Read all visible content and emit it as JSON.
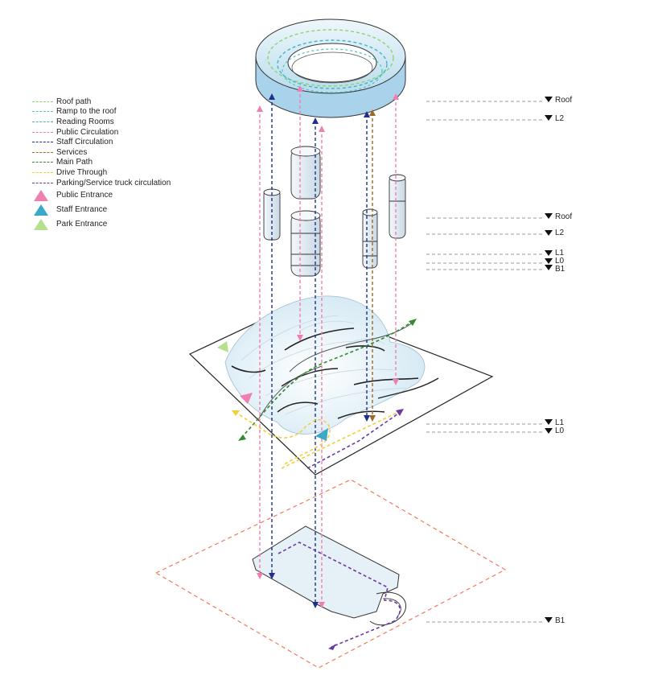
{
  "legend": {
    "lines": [
      {
        "label": "Roof path",
        "color": "#8fd36a"
      },
      {
        "label": "Ramp to the roof",
        "color": "#4ec6b6"
      },
      {
        "label": "Reading Rooms",
        "color": "#3fb4c8"
      },
      {
        "label": "Public Circulation",
        "color": "#ef7fb0"
      },
      {
        "label": "Staff Circulation",
        "color": "#1f2f8a"
      },
      {
        "label": "Services",
        "color": "#9a6a2a"
      },
      {
        "label": "Main Path",
        "color": "#2e8b2e"
      },
      {
        "label": "Drive Through",
        "color": "#f5cf3a"
      },
      {
        "label": "Parking/Service truck circulation",
        "color": "#6a3aa0"
      }
    ],
    "markers": [
      {
        "label": "Public Entrance",
        "color": "#ef7fb0"
      },
      {
        "label": "Staff Entrance",
        "color": "#3aa8c8"
      },
      {
        "label": "Park Entrance",
        "color": "#b5e08c"
      }
    ]
  },
  "levels": {
    "roof_top": "Roof",
    "l2_top": "L2",
    "roof_mid": "Roof",
    "l2_mid": "L2",
    "l1_mid": "L1",
    "l0_mid": "L0",
    "b1_mid": "B1",
    "l1_low": "L1",
    "l0_low": "L0",
    "b1_low": "B1"
  }
}
